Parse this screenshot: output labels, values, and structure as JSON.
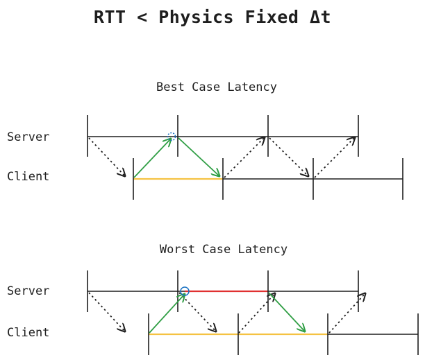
{
  "title": "RTT < Physics Fixed Δt",
  "panels": [
    {
      "heading": "Best Case Latency",
      "server_label": "Server",
      "client_label": "Client"
    },
    {
      "heading": "Worst Case Latency",
      "server_label": "Server",
      "client_label": "Client"
    }
  ],
  "colors": {
    "line": "#1e1e1e",
    "send": "#2f9e44",
    "wait": "#f5c242",
    "delay": "#e03131",
    "marker": "#1971c2"
  }
}
